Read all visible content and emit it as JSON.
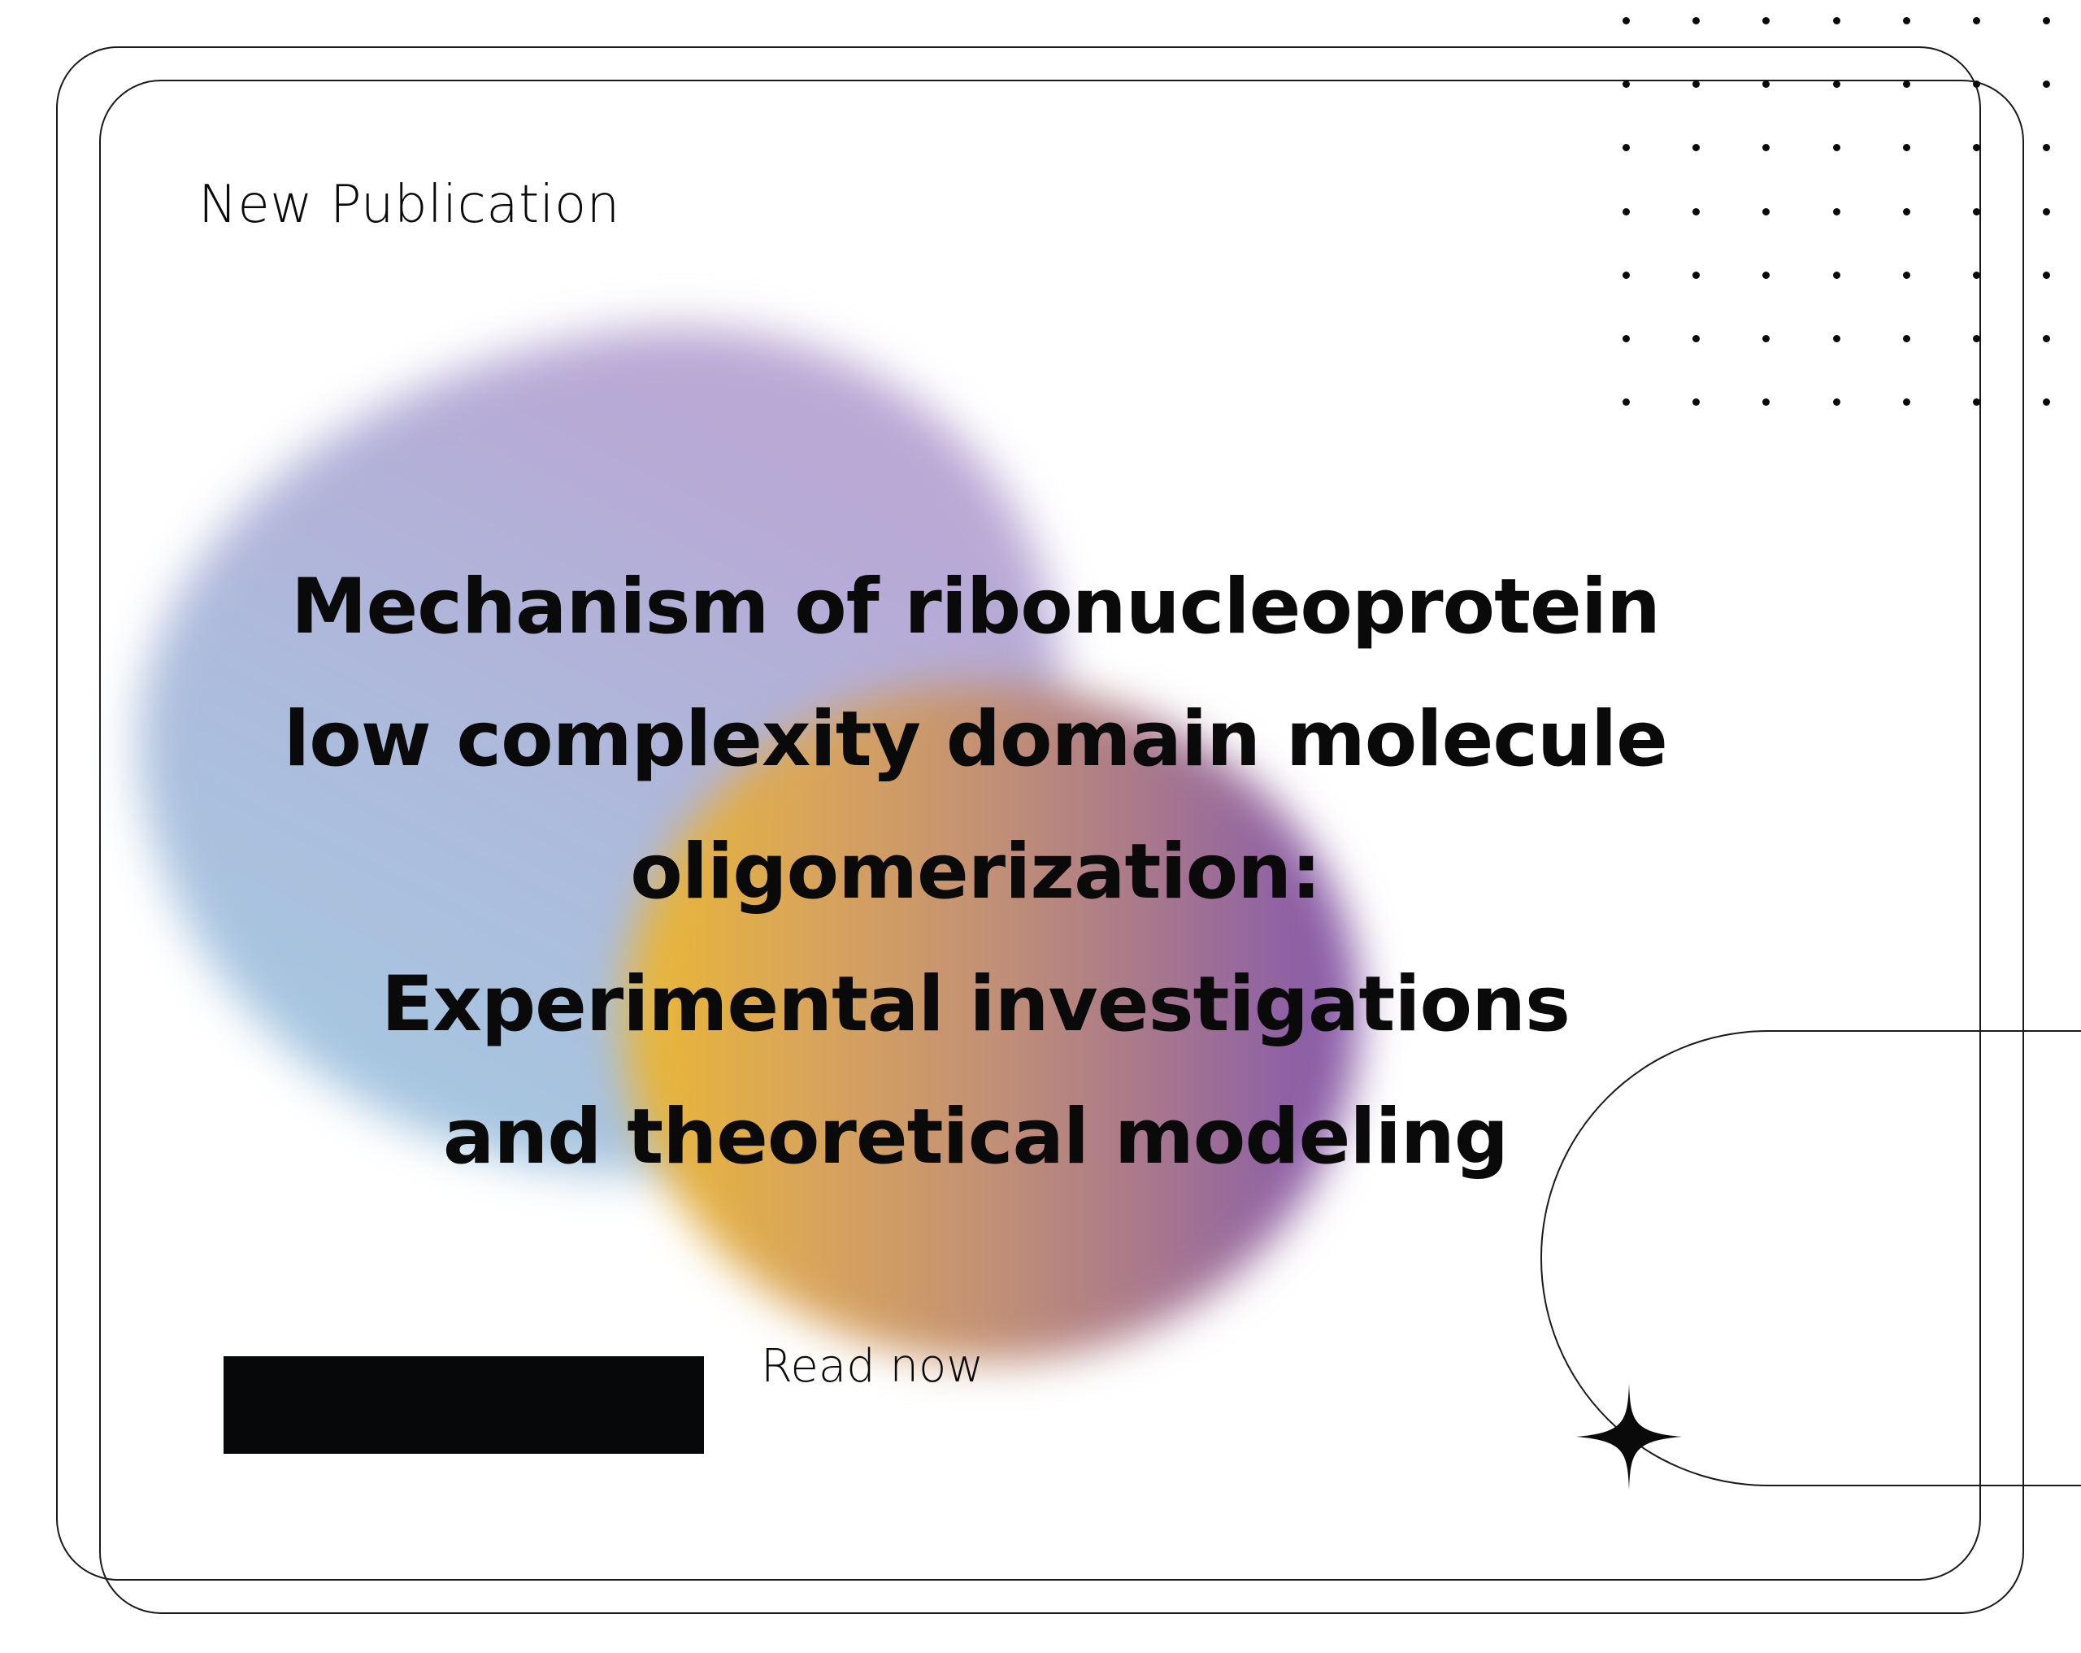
{
  "card": {
    "label": "New Publication",
    "title_lines": [
      "Mechanism of ribonucleoprotein",
      "low complexity domain molecule",
      "oligomerization:",
      "Experimental investigations",
      "and theoretical modeling"
    ],
    "cta": {
      "label": "Read now",
      "redacted_block_color": "#070809"
    }
  },
  "decor": {
    "dot_grid": {
      "columns": 7,
      "rows": 7
    },
    "icons": [
      "sparkle-icon"
    ],
    "colors": {
      "blob_blue": "#a3cee3",
      "blob_lavender": "#bea6d3",
      "blob_yellow": "#ebb833",
      "blob_purple": "#8a5ca8",
      "line": "#1a1a1a",
      "text": "#0a0a0a"
    }
  }
}
